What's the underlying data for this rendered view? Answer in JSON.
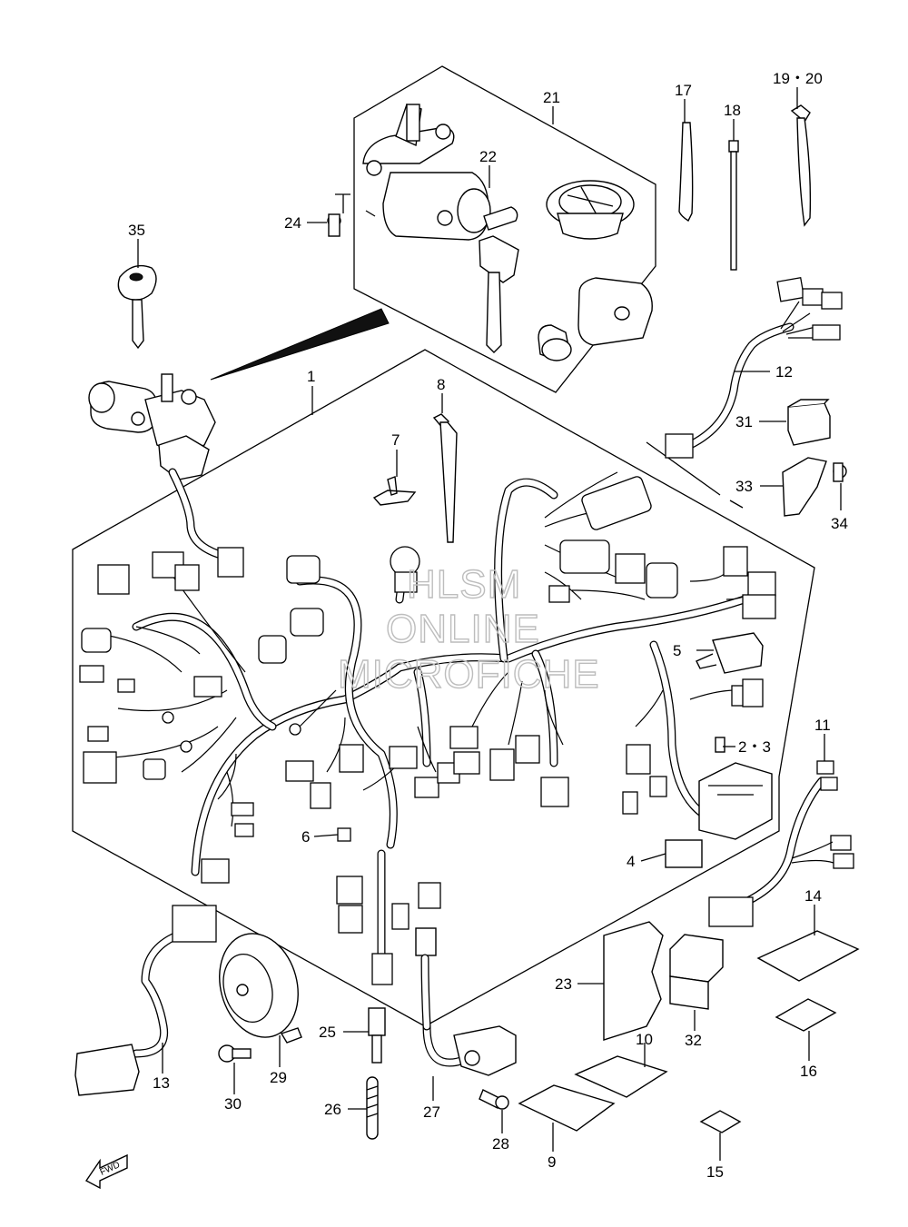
{
  "diagram": {
    "callouts": [
      {
        "id": "c1",
        "text": "1"
      },
      {
        "id": "c23a",
        "text": "2・3"
      },
      {
        "id": "c4",
        "text": "4"
      },
      {
        "id": "c5",
        "text": "5"
      },
      {
        "id": "c6",
        "text": "6"
      },
      {
        "id": "c7",
        "text": "7"
      },
      {
        "id": "c8",
        "text": "8"
      },
      {
        "id": "c9",
        "text": "9"
      },
      {
        "id": "c10",
        "text": "10"
      },
      {
        "id": "c11",
        "text": "11"
      },
      {
        "id": "c12",
        "text": "12"
      },
      {
        "id": "c13",
        "text": "13"
      },
      {
        "id": "c14",
        "text": "14"
      },
      {
        "id": "c15",
        "text": "15"
      },
      {
        "id": "c16",
        "text": "16"
      },
      {
        "id": "c17",
        "text": "17"
      },
      {
        "id": "c18",
        "text": "18"
      },
      {
        "id": "c1920",
        "text": "19・20"
      },
      {
        "id": "c21",
        "text": "21"
      },
      {
        "id": "c22",
        "text": "22"
      },
      {
        "id": "c23",
        "text": "23"
      },
      {
        "id": "c24",
        "text": "24"
      },
      {
        "id": "c25",
        "text": "25"
      },
      {
        "id": "c26",
        "text": "26"
      },
      {
        "id": "c27",
        "text": "27"
      },
      {
        "id": "c28",
        "text": "28"
      },
      {
        "id": "c29",
        "text": "29"
      },
      {
        "id": "c30",
        "text": "30"
      },
      {
        "id": "c31",
        "text": "31"
      },
      {
        "id": "c32",
        "text": "32"
      },
      {
        "id": "c33",
        "text": "33"
      },
      {
        "id": "c34",
        "text": "34"
      },
      {
        "id": "c35",
        "text": "35"
      }
    ],
    "watermark": [
      "HLSM",
      "ONLINE",
      "MICROFICHE"
    ],
    "fwd_label": "FWD"
  }
}
